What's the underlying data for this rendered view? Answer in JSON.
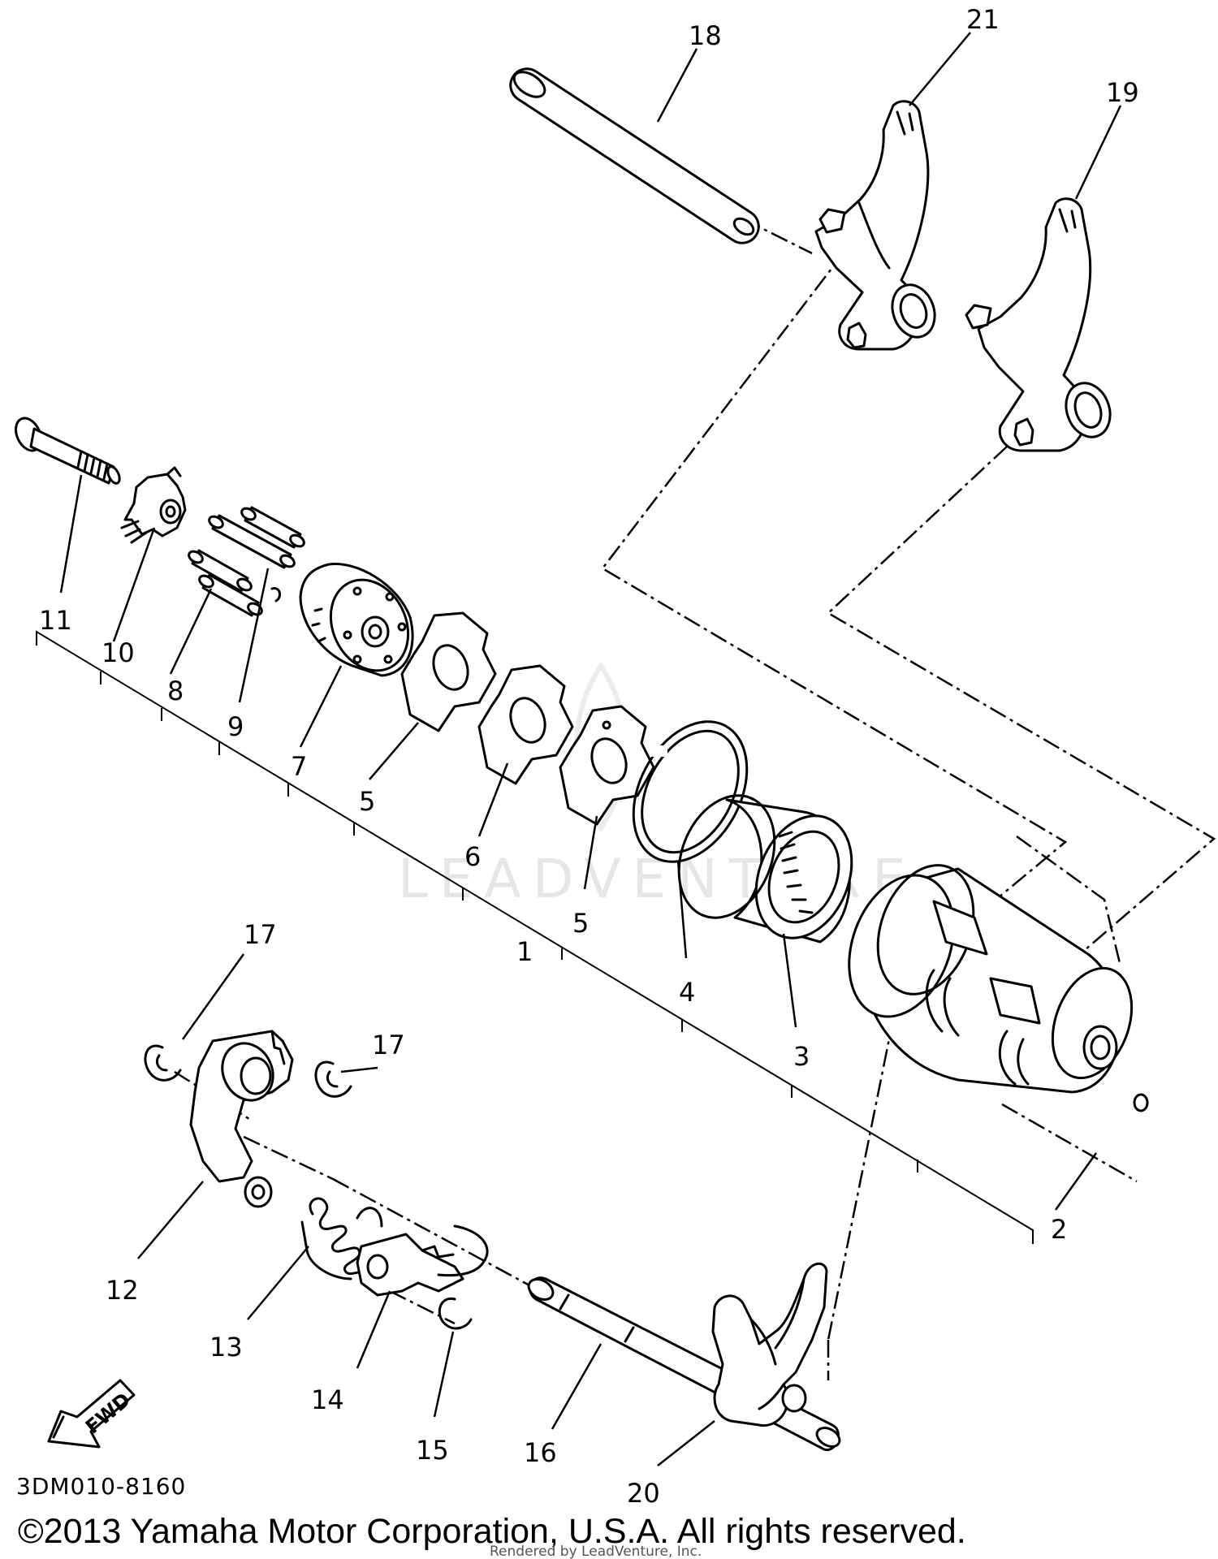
{
  "watermark": "LEADVENTURE",
  "diagram_code": "3DM010-8160",
  "fwd_label": "FWD",
  "copyright": "©2013 Yamaha Motor Corporation, U.S.A. All rights reserved.",
  "rendered_by": "Rendered by LeadVenture, Inc.",
  "callouts": {
    "p1": "1",
    "p2": "2",
    "p3": "3",
    "p4": "4",
    "p5a": "5",
    "p5b": "5",
    "p6": "6",
    "p7": "7",
    "p8": "8",
    "p9": "9",
    "p10": "10",
    "p11": "11",
    "p12": "12",
    "p13": "13",
    "p14": "14",
    "p15": "15",
    "p16": "16",
    "p17a": "17",
    "p17b": "17",
    "p18": "18",
    "p19": "19",
    "p20": "20",
    "p21": "21"
  }
}
